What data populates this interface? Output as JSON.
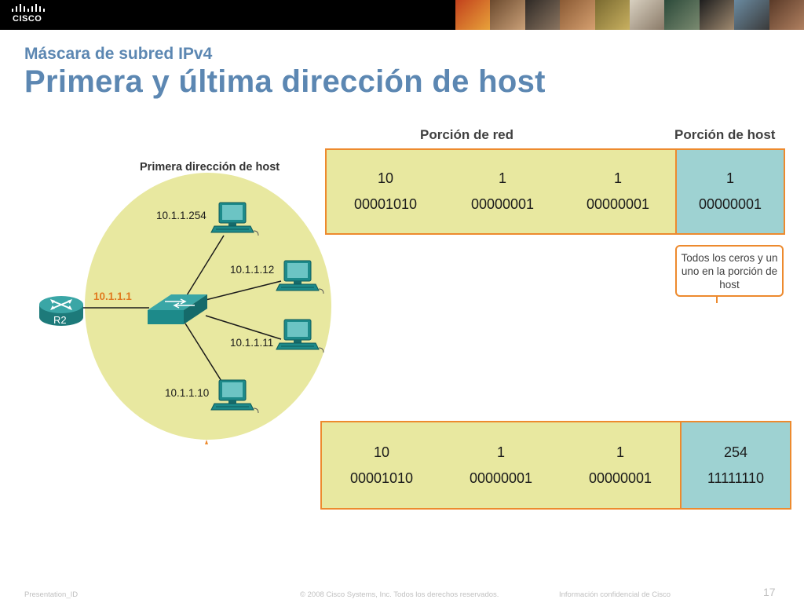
{
  "header": {
    "logo_text": "CISCO",
    "subtitle": "Máscara de subred IPv4",
    "title": "Primera y última dirección de host"
  },
  "diagram": {
    "circle_label": "Primera dirección de host",
    "router_label": "R2",
    "gateway_label": "10.1.1.1",
    "hosts": [
      "10.1.1.254",
      "10.1.1.12",
      "10.1.1.11",
      "10.1.1.10"
    ]
  },
  "address_table": {
    "network_header": "Porción de red",
    "host_header": "Porción de host",
    "first": [
      {
        "decimal": "10",
        "binary": "00001010"
      },
      {
        "decimal": "1",
        "binary": "00000001"
      },
      {
        "decimal": "1",
        "binary": "00000001"
      },
      {
        "decimal": "1",
        "binary": "00000001"
      }
    ],
    "last": [
      {
        "decimal": "10",
        "binary": "00001010"
      },
      {
        "decimal": "1",
        "binary": "00000001"
      },
      {
        "decimal": "1",
        "binary": "00000001"
      },
      {
        "decimal": "254",
        "binary": "11111110"
      }
    ],
    "callout": "Todos los ceros y un uno en la porción de host"
  },
  "footer": {
    "presentation_id": "Presentation_ID",
    "copyright": "© 2008 Cisco Systems, Inc. Todos los derechos reservados.",
    "confidential": "Información confidencial de Cisco",
    "page_number": "17"
  },
  "colors": {
    "title_blue": "#5c87b2",
    "network_fill": "#e8e8a0",
    "host_fill": "#9ed2d2",
    "border_orange": "#ed8a2e",
    "gateway_orange": "#e07a1f",
    "device_teal": "#1d8a8a"
  }
}
